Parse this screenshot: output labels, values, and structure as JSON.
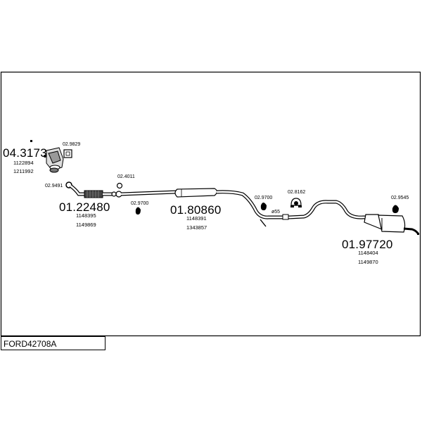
{
  "diagram_code": "FORD42708A",
  "parts": [
    {
      "id": "cat",
      "number": "04.3173",
      "refs": [
        "1122894",
        "1211992"
      ]
    },
    {
      "id": "front-pipe",
      "number": "01.22480",
      "refs": [
        "1148395",
        "1149869"
      ]
    },
    {
      "id": "middle-muffler",
      "number": "01.80860",
      "refs": [
        "1148391",
        "1343857"
      ]
    },
    {
      "id": "rear-muffler",
      "number": "01.97720",
      "refs": [
        "1148404",
        "1149870"
      ]
    }
  ],
  "accessories": [
    {
      "id": "gasket-cat",
      "number": "02.9829"
    },
    {
      "id": "gasket-front",
      "number": "02.9491"
    },
    {
      "id": "clamp-joint",
      "number": "02.4011"
    },
    {
      "id": "hanger-front",
      "number": "02.9700"
    },
    {
      "id": "hanger-mid",
      "number": "02.9700"
    },
    {
      "id": "clamp-rear",
      "number": "02.8162"
    },
    {
      "id": "hanger-rear",
      "number": "02.9545"
    },
    {
      "id": "pipe-size",
      "number": "ø55"
    }
  ]
}
